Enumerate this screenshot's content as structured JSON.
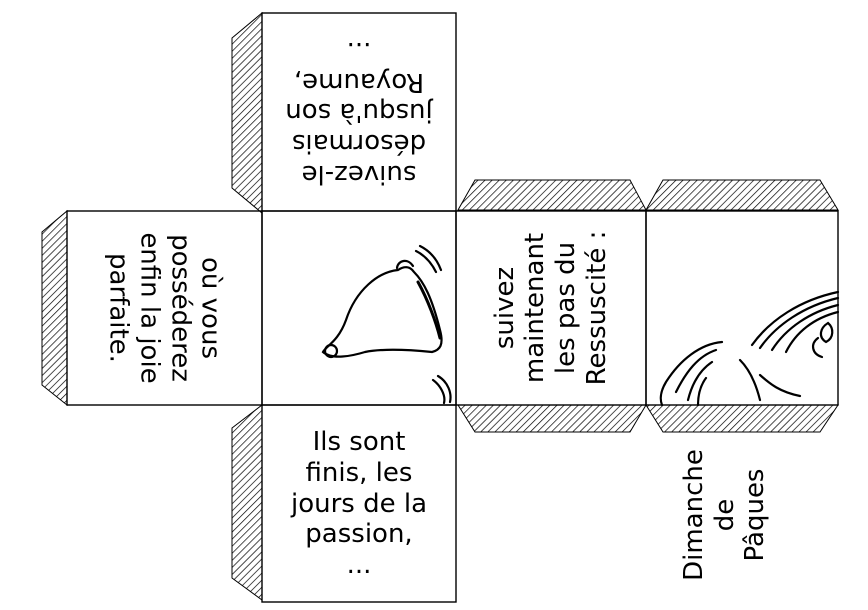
{
  "faces": {
    "top": {
      "lines": [
        "suivez-le",
        "désormais",
        "jusqu'à son",
        "Royaume,",
        "..."
      ]
    },
    "left": {
      "lines": [
        "où vous",
        "posséderez",
        "enfin la joie",
        "parfaite."
      ]
    },
    "bottom": {
      "lines": [
        "Ils sont",
        "finis, les",
        "jours de la",
        "passion,",
        "..."
      ]
    },
    "right": {
      "lines": [
        "suivez",
        "maintenant",
        "les pas du",
        "Ressuscité :"
      ]
    },
    "caption": {
      "lines": [
        "Dimanche",
        "de",
        "Pâques"
      ]
    }
  },
  "illustrations": [
    "bell-illustration",
    "tomb-illustration"
  ]
}
